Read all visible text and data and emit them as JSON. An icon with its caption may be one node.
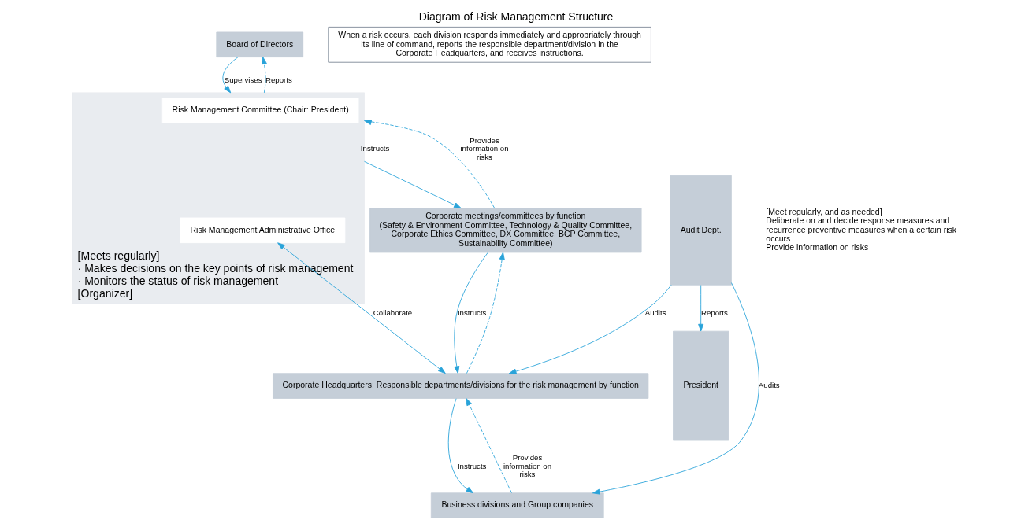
{
  "diagram": {
    "title": "Diagram of Risk Management Structure",
    "nodes": [
      {
        "text": [
          "Board of Directors"
        ]
      },
      {
        "text": [
          "President"
        ]
      },
      {
        "text": [
          "[Meets regularly]",
          "· Makes decisions on the key points of risk management",
          "· Monitors the status of risk management",
          "[Organizer]"
        ]
      },
      {
        "text": [
          "Risk Management Committee (Chair: President)"
        ],
        "in": 2
      },
      {
        "text": [
          "Risk Management Administrative Office"
        ],
        "in": 2
      },
      {
        "text": [
          "Corporate meetings/committees by function",
          "(Safety & Environment Committee, Technology & Quality Committee, Corporate Ethics Committee, DX Committee, BCP Committee, Sustainability Committee)"
        ]
      },
      {
        "text": [
          "Audit Dept."
        ]
      },
      {
        "text": [
          "Corporate Headquarters: Responsible departments/divisions for the risk management by function"
        ]
      },
      {
        "text": [
          "When a risk occurs, each division responds immediately and appropriately through its line of command, reports the responsible department/division in the Corporate Headquarters, and receives instructions."
        ]
      },
      {
        "text": [
          "Business divisions and Group companies"
        ]
      }
    ],
    "edges": [
      {
        "from": 0,
        "to": 2,
        "arrow": "to",
        "label": "Supervises"
      },
      {
        "from": 2,
        "to": 0,
        "arrow": "to",
        "label": "Reports",
        "style": "dashed"
      },
      {
        "from": 2,
        "to": 5,
        "arrow": "to",
        "label": "Instructs"
      },
      {
        "from": 5,
        "to": 2,
        "arrow": "to",
        "label": "Provides information on risks",
        "style": "dashed"
      },
      {
        "from": 6,
        "to": 1,
        "arrow": "to",
        "label": "Reports"
      },
      {
        "from": 4,
        "to": 7,
        "arrow": "both",
        "label": "Collaborate"
      },
      {
        "from": 5,
        "to": 7,
        "arrow": "to",
        "label": "Instructs"
      },
      {
        "from": 7,
        "to": 5,
        "arrow": "to",
        "style": "dashed"
      },
      {
        "from": 6,
        "to": 7,
        "arrow": "to",
        "label": "Audits"
      },
      {
        "from": 7,
        "to": 9,
        "arrow": "to",
        "label": "Instructs"
      },
      {
        "from": 9,
        "to": 7,
        "arrow": "to",
        "label": "Provides information on risks",
        "style": "dashed"
      },
      {
        "from": 6,
        "to": 9,
        "arrow": "to",
        "label": "Audits"
      }
    ],
    "labels": [
      "[Meet regularly, and as needed]",
      "Deliberate on and decide response measures and recurrence preventive measures when a certain risk occurs",
      "Provide information on risks"
    ]
  }
}
